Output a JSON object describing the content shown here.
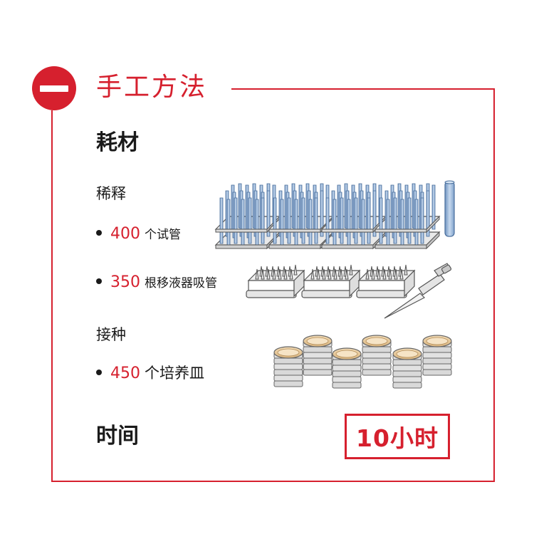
{
  "header": {
    "title": "手工方法"
  },
  "consumables": {
    "title": "耗材",
    "dilution": {
      "title": "稀释",
      "items": [
        {
          "value": "400",
          "unit": "个试管"
        },
        {
          "value": "350",
          "unit": "根移液器吸管"
        }
      ]
    },
    "inoculation": {
      "title": "接种",
      "items": [
        {
          "value": "450",
          "unit": "个培养皿"
        }
      ]
    }
  },
  "time": {
    "title": "时间",
    "value": "10小时"
  },
  "colors": {
    "accent": "#d6202e",
    "tube": "#8fb0d6",
    "dish": "#e8c79a"
  },
  "icons": [
    "minus-circle-icon",
    "test-tube-rack-icon",
    "single-test-tube-icon",
    "pipette-tip-box-icon",
    "pipette-icon",
    "petri-dish-stack-icon"
  ]
}
